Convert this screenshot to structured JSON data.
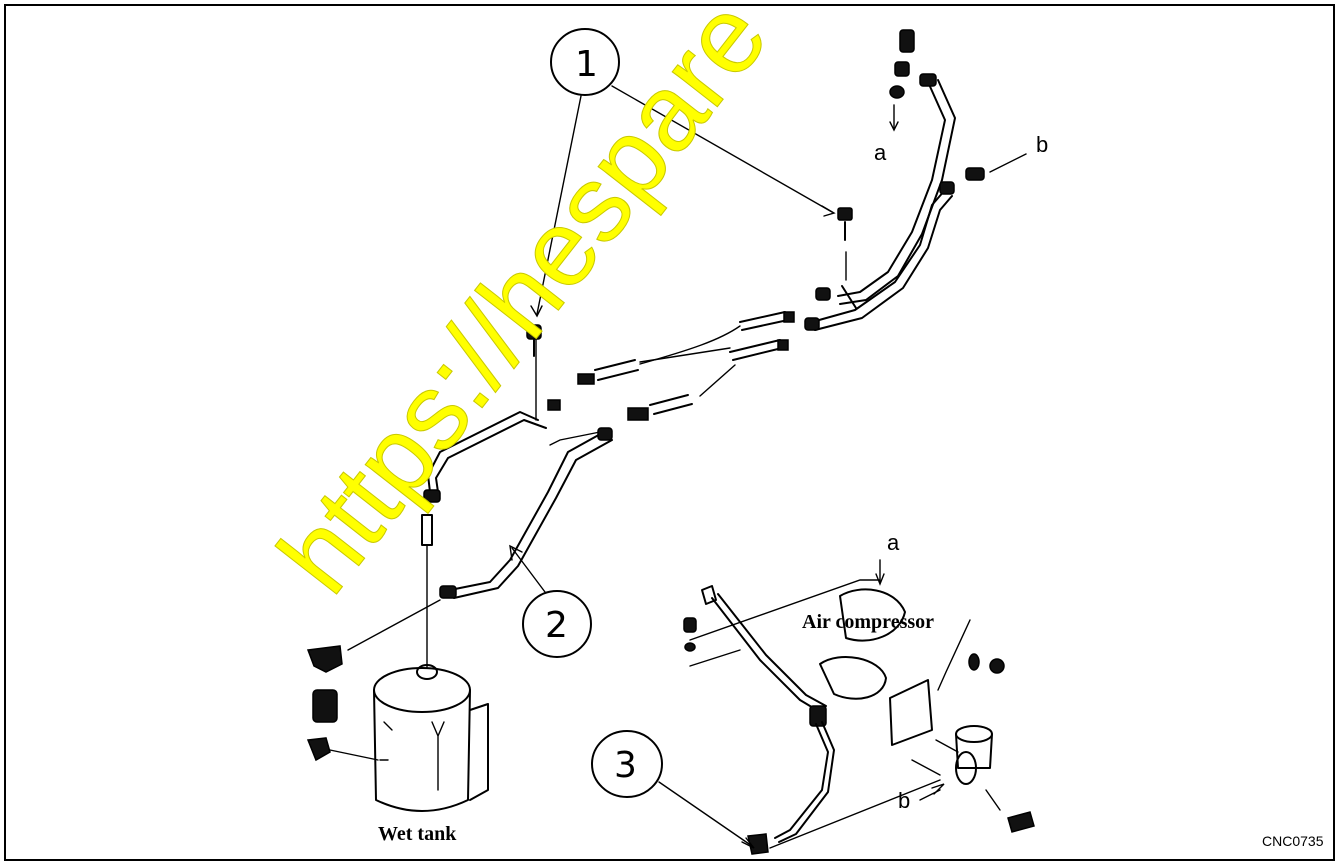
{
  "labels": {
    "wet_tank": "Wet tank",
    "air_compressor": "Air compressor",
    "figure_code": "CNC0735",
    "connector_a_top": "a",
    "connector_b_top": "b",
    "connector_a_compressor": "a",
    "connector_b_compressor": "b"
  },
  "callouts": {
    "c1": "1",
    "c2": "2",
    "c3": "3"
  },
  "watermark": {
    "text": "https://hespare",
    "color": "#ffff00"
  }
}
